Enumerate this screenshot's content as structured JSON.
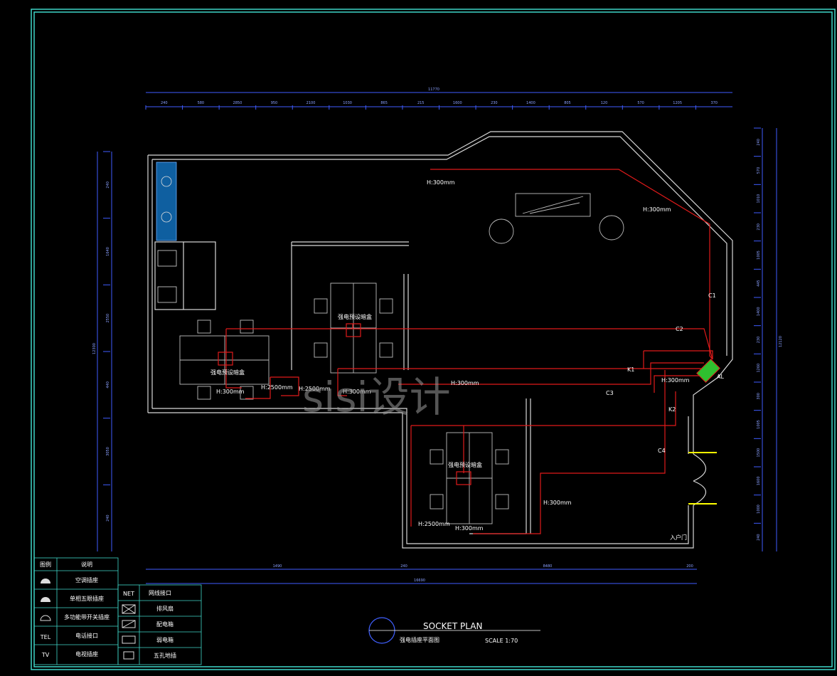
{
  "plan": {
    "title": "SOCKET PLAN",
    "subtitle": "强电插座平面图",
    "scale": "SCALE 1:70",
    "watermark": "sisi设计"
  },
  "dimensions": {
    "top_total": "11770",
    "top_segments": [
      "240",
      "580",
      "2850",
      "950",
      "2100",
      "1030",
      "865",
      "215",
      "1600",
      "230",
      "1400",
      "805",
      "120",
      "570",
      "1205",
      "370"
    ],
    "bottom_total": "16690",
    "bottom_segments": [
      "1490",
      "240",
      "8480",
      "200"
    ],
    "left_total": "12300",
    "left_segments": [
      "240",
      "1640",
      "2550",
      "440",
      "3050",
      "240"
    ],
    "right_total": "12120",
    "right_segments": [
      "240",
      "570",
      "1010",
      "230",
      "1005",
      "445",
      "1400",
      "230",
      "1260",
      "300",
      "1005",
      "1500",
      "1600",
      "1000",
      "240"
    ]
  },
  "circuits": {
    "c1": "C1",
    "c2": "C2",
    "c3": "C3",
    "c4": "C4",
    "k1": "K1",
    "k2": "K2",
    "panel": "AL"
  },
  "heights": {
    "h1": "H:300mm",
    "h2": "H:300mm",
    "h3": "H:300mm",
    "h4": "H:300mm",
    "h5": "H:300mm",
    "h6": "H:300mm",
    "h7": "H:300mm",
    "h8": "H:300mm",
    "h9": "H:2500mm",
    "h10": "H:2500mm",
    "h11": "H:2500mm"
  },
  "boxes": {
    "b1": "强电预设暗盒",
    "b2": "强电预设暗盒",
    "b3": "强电预设暗盒",
    "door_note": "入户门"
  },
  "legend": {
    "headers": [
      "图例",
      "说明"
    ],
    "rows": [
      {
        "symbol_text": "",
        "desc": "空调插座"
      },
      {
        "symbol_text": "",
        "desc": "单相五眼插座"
      },
      {
        "symbol_text": "",
        "desc": "多功能带开关插座"
      },
      {
        "symbol_text": "TEL",
        "desc": "电话接口"
      },
      {
        "symbol_text": "TV",
        "desc": "电视插座"
      }
    ],
    "rows2": [
      {
        "symbol_text": "NET",
        "desc": "网线接口"
      },
      {
        "symbol_text": "",
        "desc": "排风扇"
      },
      {
        "symbol_text": "",
        "desc": "配电箱"
      },
      {
        "symbol_text": "",
        "desc": "弱电箱"
      },
      {
        "symbol_text": "",
        "desc": "五孔地插"
      }
    ]
  },
  "colors": {
    "background": "#000000",
    "frame": "#3fd6c8",
    "wiring": "#e01a1a",
    "dimension": "#3f5cff",
    "walls": "#d8d8d8",
    "panel": "#2fbf2f",
    "doorway": "#ffff00"
  }
}
